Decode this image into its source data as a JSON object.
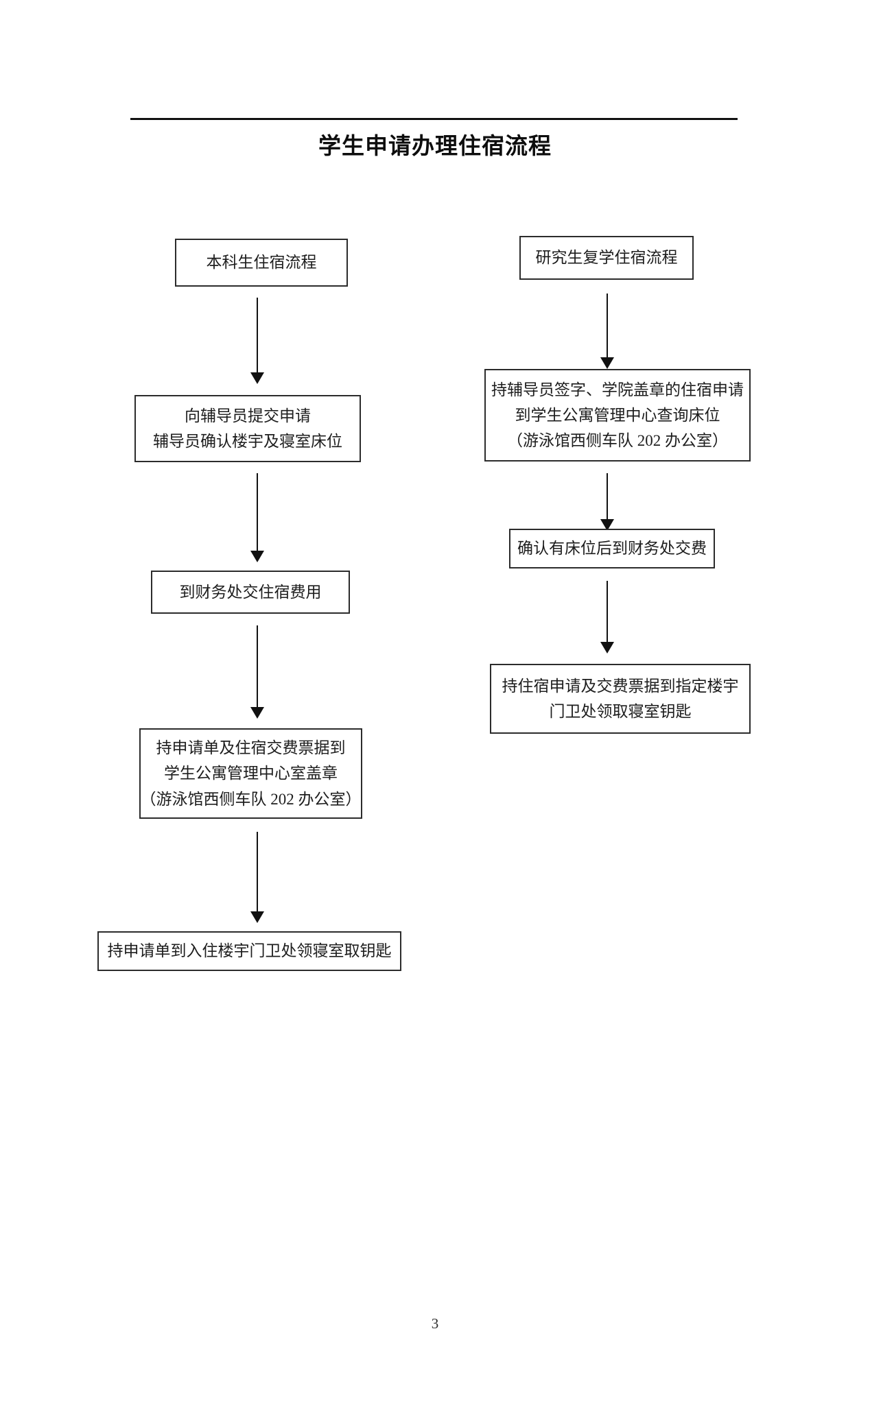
{
  "document": {
    "title": "学生申请办理住宿流程",
    "page_number": "3"
  },
  "flow": {
    "undergraduate": {
      "column_label": "本科生住宿流程",
      "nodes": [
        {
          "id": "ug-start",
          "lines": [
            "本科生住宿流程"
          ]
        },
        {
          "id": "ug-step-1",
          "lines": [
            "向辅导员提交申请",
            "辅导员确认楼宇及寝室床位"
          ]
        },
        {
          "id": "ug-step-2",
          "lines": [
            "到财务处交住宿费用"
          ]
        },
        {
          "id": "ug-step-3",
          "lines": [
            "持申请单及住宿交费票据到",
            "学生公寓管理中心室盖章",
            "（游泳馆西侧车队 202 办公室）"
          ]
        },
        {
          "id": "ug-step-4",
          "lines": [
            "持申请单到入住楼宇门卫处领寝室取钥匙"
          ]
        }
      ]
    },
    "graduate": {
      "column_label": "研究生复学住宿流程",
      "nodes": [
        {
          "id": "gr-start",
          "lines": [
            "研究生复学住宿流程"
          ]
        },
        {
          "id": "gr-step-1",
          "lines": [
            "持辅导员签字、学院盖章的住宿申请",
            "到学生公寓管理中心查询床位",
            "（游泳馆西侧车队 202 办公室）"
          ]
        },
        {
          "id": "gr-step-2",
          "lines": [
            "确认有床位后到财务处交费"
          ]
        },
        {
          "id": "gr-step-3",
          "lines": [
            "持住宿申请及交费票据到指定楼宇",
            "门卫处领取寝室钥匙"
          ]
        }
      ]
    }
  },
  "colors": {
    "ink": "#1a1a1a",
    "rule": "#111111",
    "box_border": "#2b2b2b",
    "page_background": "#ffffff"
  }
}
